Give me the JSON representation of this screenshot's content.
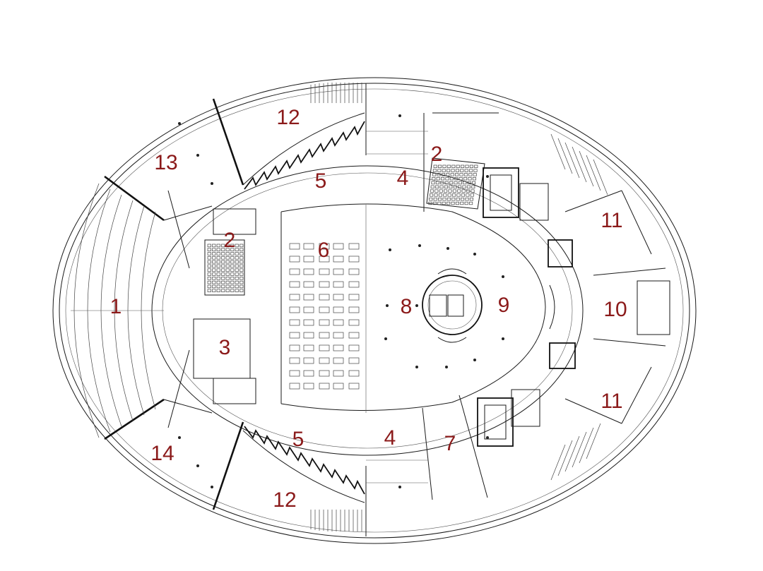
{
  "colors": {
    "label": "#8b1a1a",
    "line": "#1a1a1a",
    "background": "#ffffff"
  },
  "labels": [
    {
      "id": "room-1",
      "text": "1"
    },
    {
      "id": "room-2-left",
      "text": "2"
    },
    {
      "id": "room-2-top",
      "text": "2"
    },
    {
      "id": "room-3",
      "text": "3"
    },
    {
      "id": "room-4-top",
      "text": "4"
    },
    {
      "id": "room-4-bottom",
      "text": "4"
    },
    {
      "id": "room-5-top",
      "text": "5"
    },
    {
      "id": "room-5-bottom",
      "text": "5"
    },
    {
      "id": "room-6",
      "text": "6"
    },
    {
      "id": "room-7",
      "text": "7"
    },
    {
      "id": "room-8",
      "text": "8"
    },
    {
      "id": "room-9",
      "text": "9"
    },
    {
      "id": "room-10",
      "text": "10"
    },
    {
      "id": "room-11-top",
      "text": "11"
    },
    {
      "id": "room-11-bottom",
      "text": "11"
    },
    {
      "id": "room-12-top",
      "text": "12"
    },
    {
      "id": "room-12-bottom",
      "text": "12"
    },
    {
      "id": "room-13",
      "text": "13"
    },
    {
      "id": "room-14",
      "text": "14"
    }
  ]
}
